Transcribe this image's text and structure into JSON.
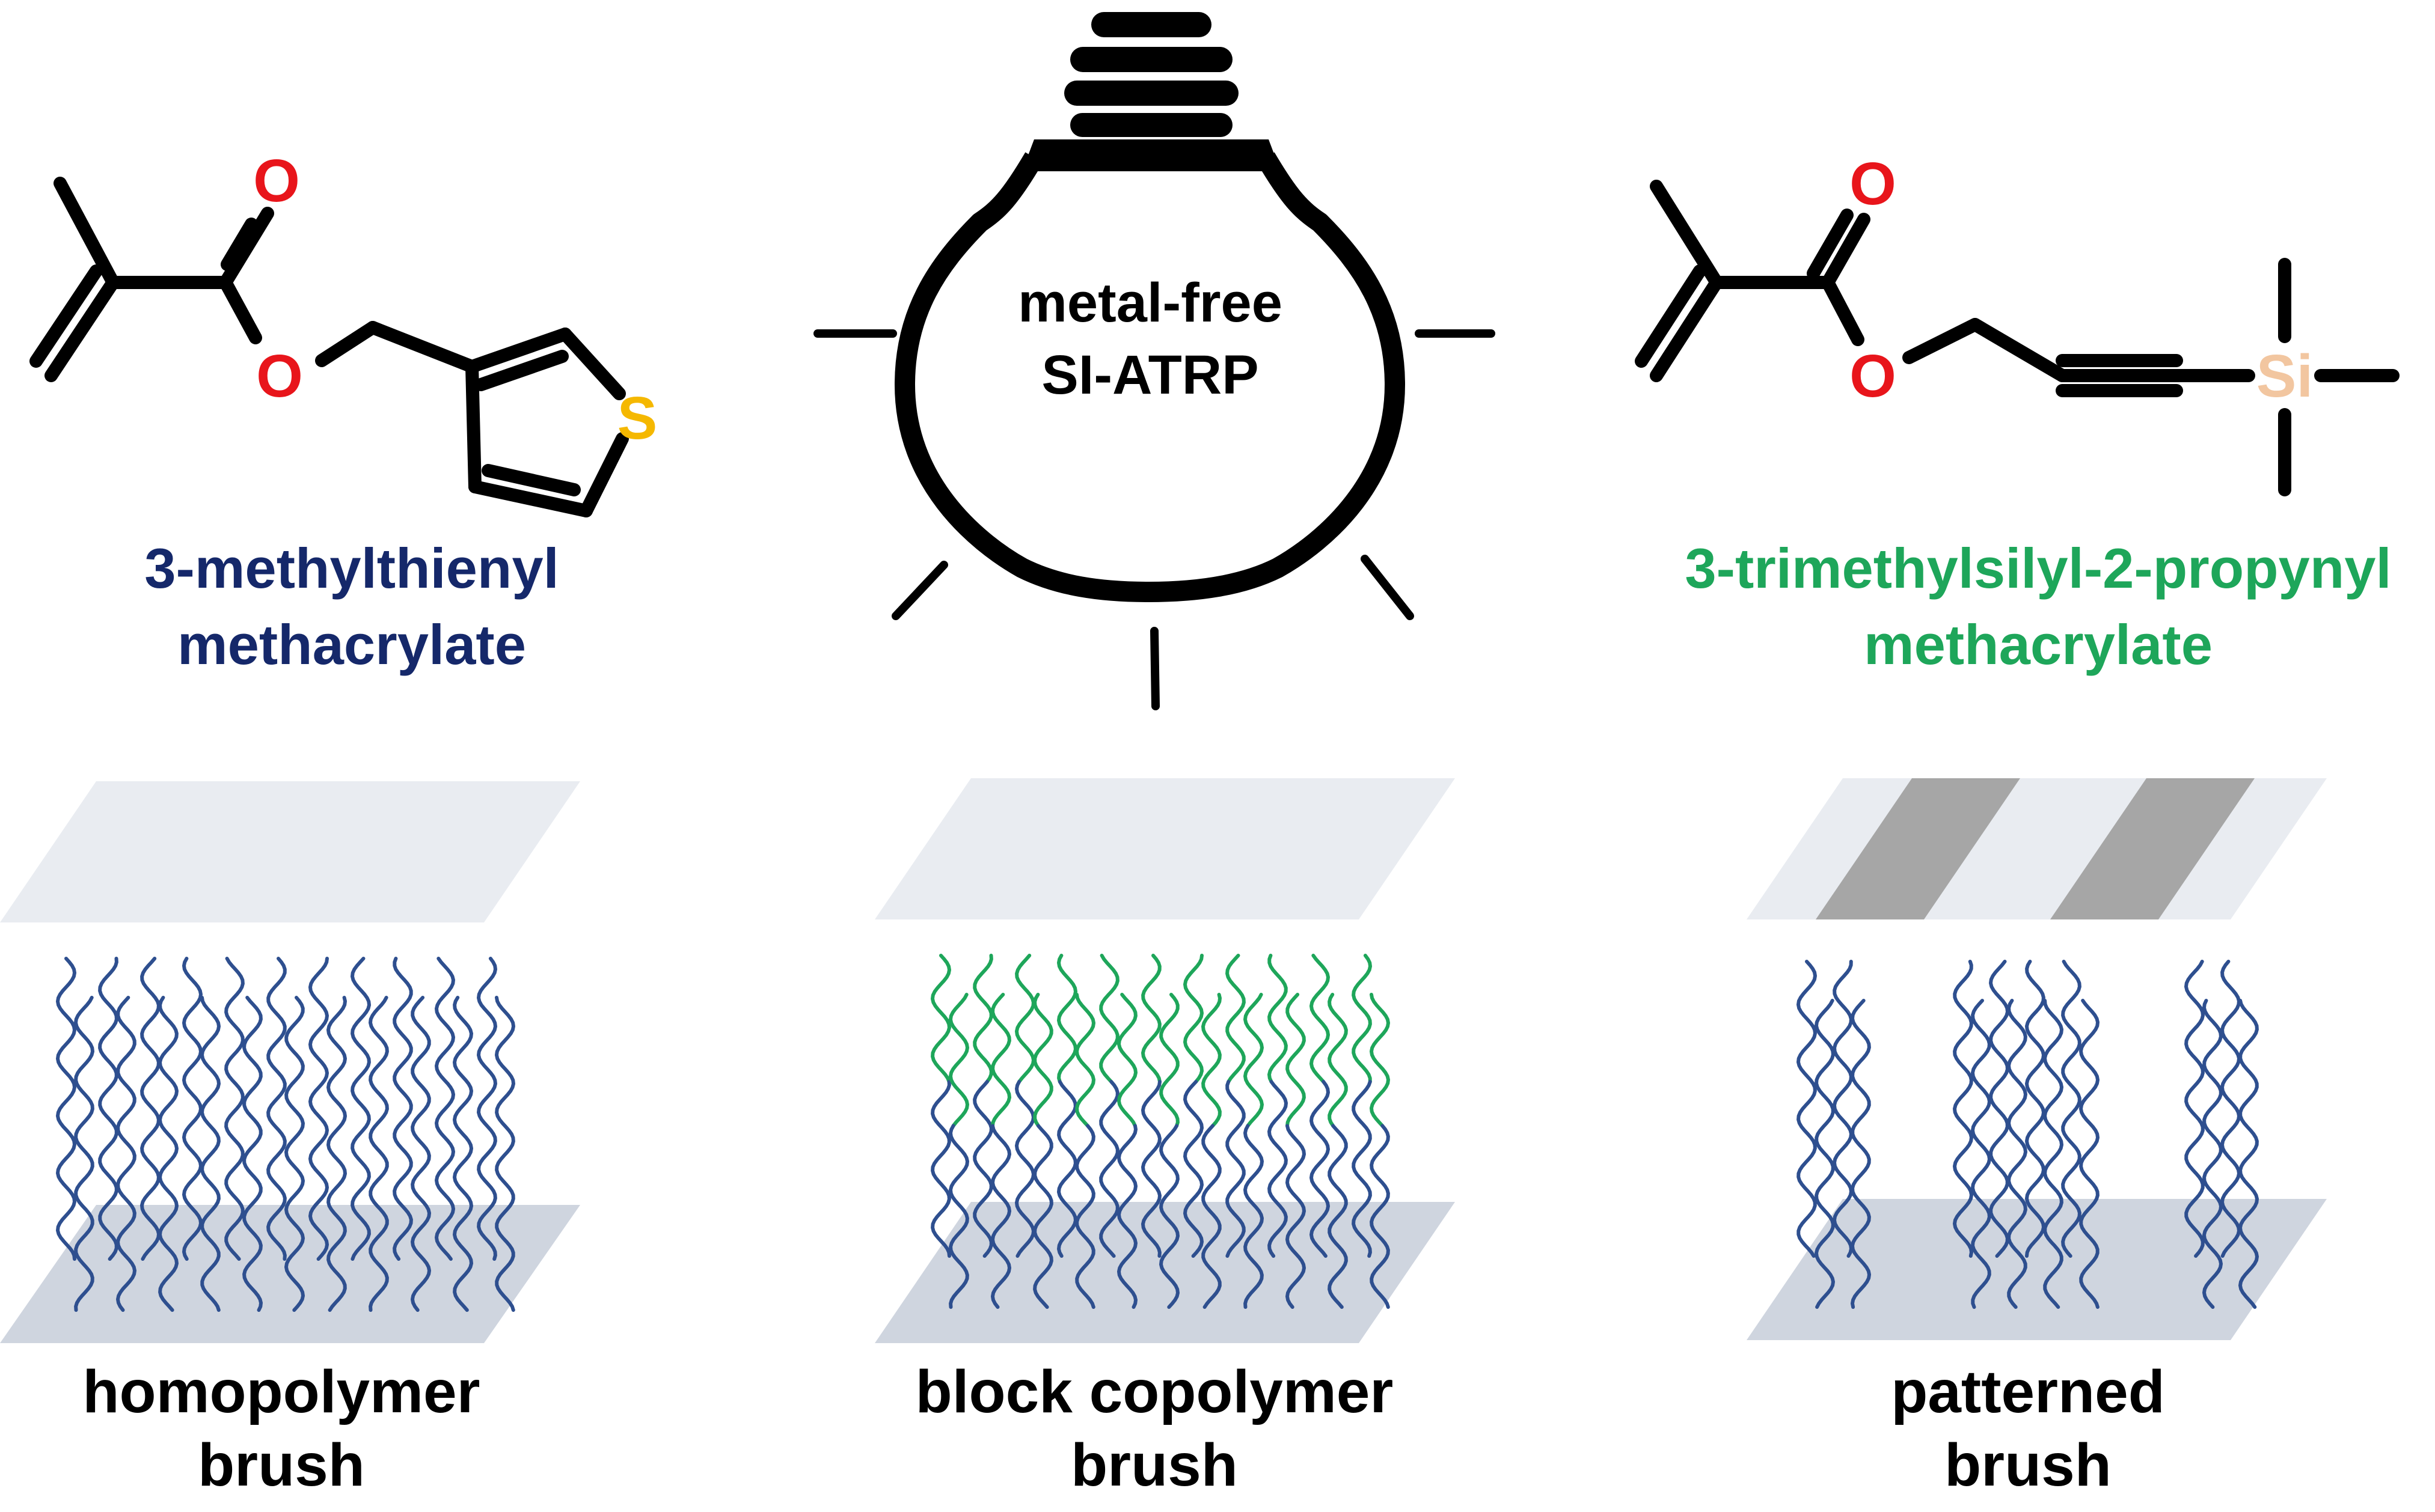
{
  "bulb": {
    "line1": "metal-free",
    "line2": "SI-ATRP"
  },
  "monomer_left": {
    "atoms": {
      "o_carbonyl": "O",
      "o_ester": "O",
      "s": "S"
    },
    "name_line1": "3-methylthienyl",
    "name_line2": "methacrylate"
  },
  "monomer_right": {
    "atoms": {
      "o_carbonyl": "O",
      "o_ester": "O",
      "si": "Si"
    },
    "name_line1": "3-trimethylsilyl-2-propynyl",
    "name_line2": "methacrylate"
  },
  "panels": [
    {
      "line1": "homopolymer",
      "line2": "brush"
    },
    {
      "line1": "block copolymer",
      "line2": "brush"
    },
    {
      "line1": "patterned",
      "line2": "brush"
    }
  ],
  "colors": {
    "black": "#000000",
    "oxygen": "#e8151b",
    "sulfur": "#f5b800",
    "silicon": "#f2c6a0",
    "navy_text": "#15286a",
    "green_text": "#1ea65a",
    "chain_blue": "#2e4f8f",
    "chain_green": "#1ea65a",
    "top_plate": "#e9ecf1",
    "bottom_plate": "#cfd5df",
    "mask_stripe": "#a6a6a6"
  }
}
